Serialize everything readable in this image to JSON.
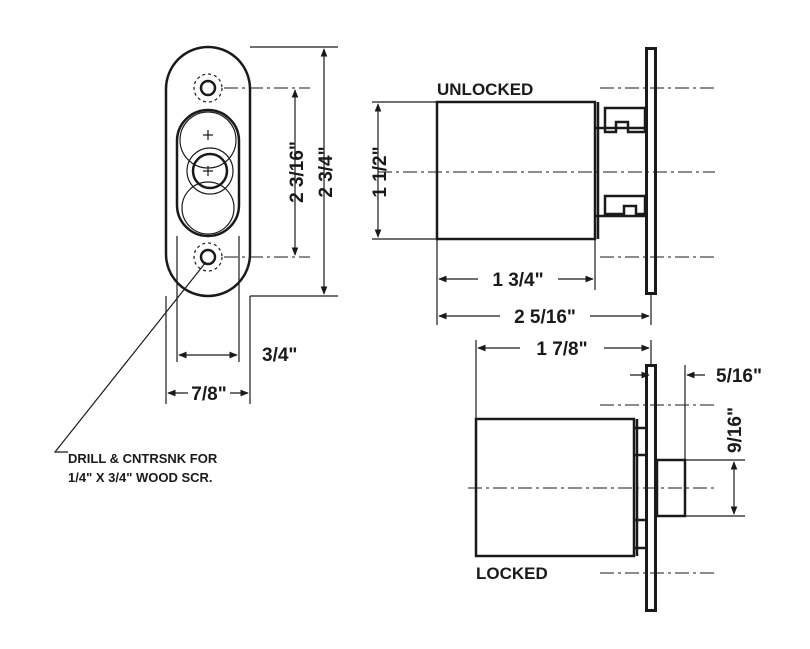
{
  "labels": {
    "unlocked": "UNLOCKED",
    "locked": "LOCKED"
  },
  "dimensions": {
    "hole_spacing": "2 3/16\"",
    "overall_height": "2 3/4\"",
    "body_diameter": "1 1/2\"",
    "body_length": "1 3/4\"",
    "overall_length": "2 5/16\"",
    "locked_length": "1 7/8\"",
    "bolt_throw": "5/16\"",
    "bolt_offset": "9/16\"",
    "hole_center_width": "3/4\"",
    "plate_width": "7/8\""
  },
  "note": {
    "line1": "DRILL & CNTRSNK FOR",
    "line2": "1/4\" X 3/4\" WOOD SCR."
  }
}
